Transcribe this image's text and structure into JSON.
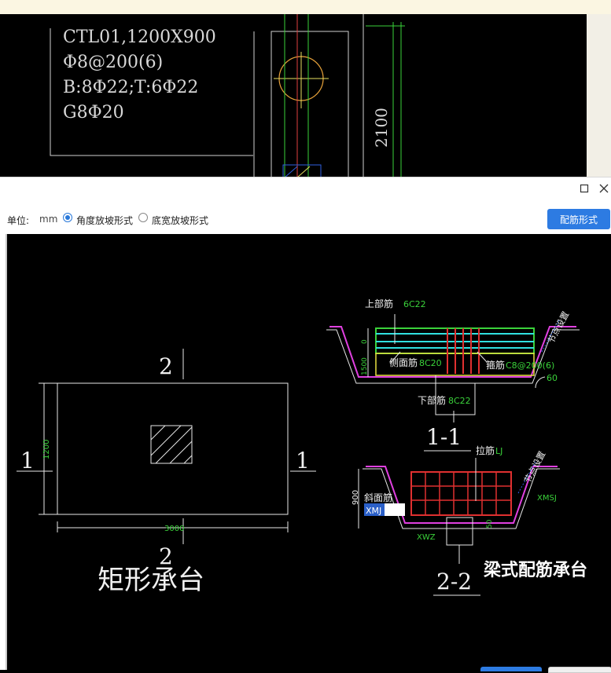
{
  "background_drawing": {
    "label_lines": [
      "CTL01,1200X900",
      "Φ8@200(6)",
      "B:8Φ22;T:6Φ22",
      "G8Φ20"
    ],
    "dimension": "2100"
  },
  "dialog": {
    "unit_label": "单位:",
    "unit_value": "mm",
    "options": [
      {
        "label": "角度放坡形式",
        "checked": true
      },
      {
        "label": "底宽放坡形式",
        "checked": false
      }
    ],
    "primary_button": "配筋形式"
  },
  "rect_cap": {
    "section_top": "2",
    "section_bottom": "2",
    "section_left": "1",
    "section_right": "1",
    "dim_height": "1200",
    "dim_width": "3000",
    "caption": "矩形承台"
  },
  "section_1_1": {
    "top_rebar_label": "上部筋",
    "top_rebar_value": "6C22",
    "side_rebar_label": "侧面筋",
    "side_rebar_value": "8C20",
    "stirrup_label": "箍筋",
    "stirrup_value": "C8@200(6)",
    "bottom_rebar_label": "下部筋",
    "bottom_rebar_value": "8C22",
    "node_setting": "节点设置",
    "dim_0": "0",
    "dim_1": "1500",
    "angle": "60",
    "title": "1-1"
  },
  "section_2_2": {
    "tie_label": "拉筋",
    "tie_value": "LJ",
    "node_setting": "节点设置",
    "dim_900": "900",
    "slope_label": "斜面筋",
    "slope_value": "XMJ",
    "xmsj": "XMSJ",
    "xwz": "XWZ",
    "dim_50": "50",
    "title": "2-2",
    "caption": "梁式配筋承台"
  }
}
